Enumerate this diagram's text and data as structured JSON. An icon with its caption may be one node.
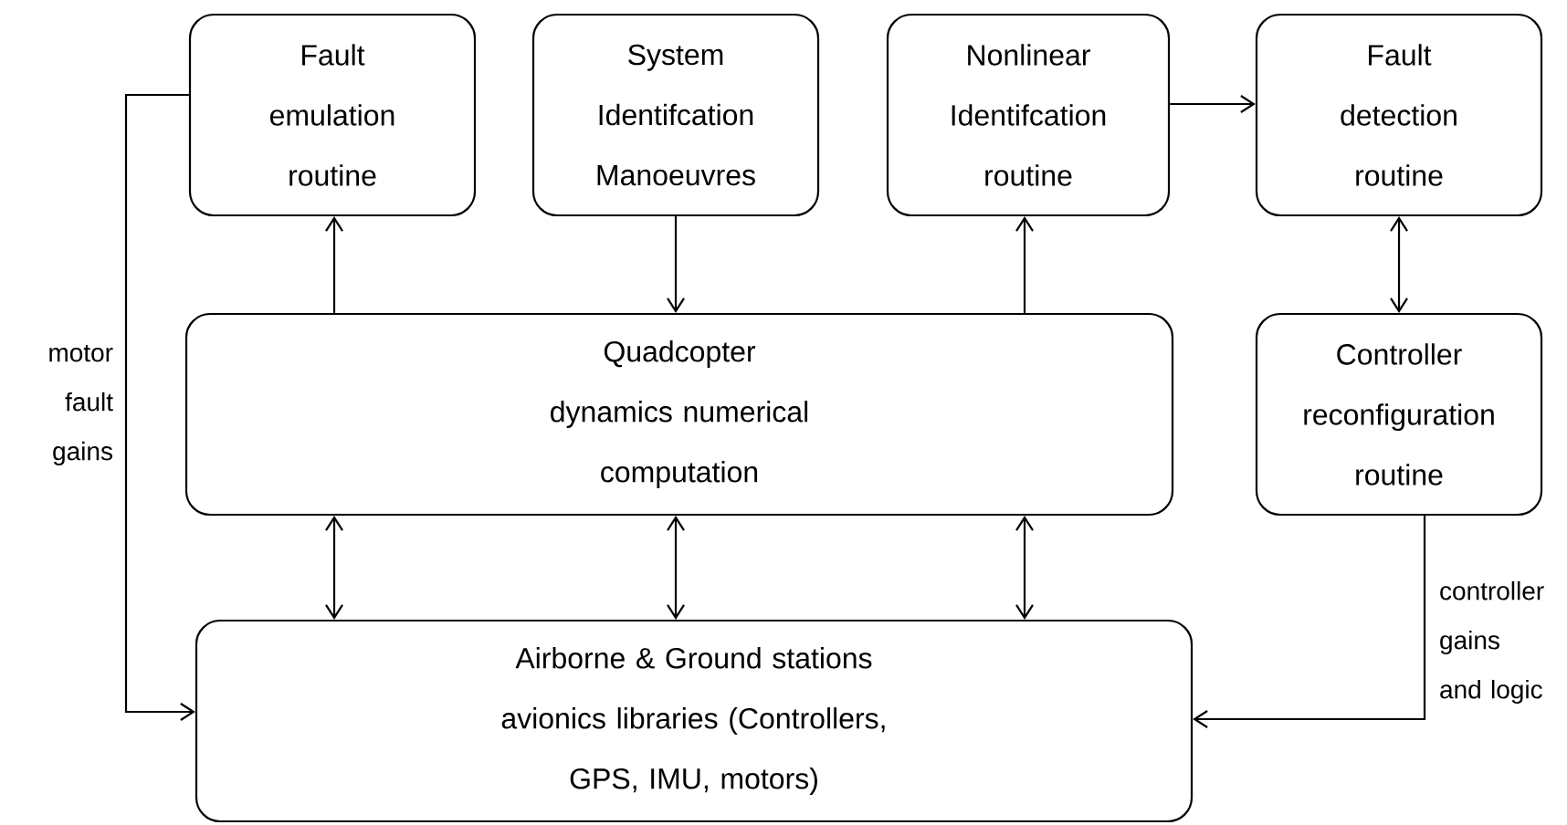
{
  "diagram": {
    "nodes": [
      {
        "text": [
          "Fault emulation routine"
        ]
      },
      {
        "text": [
          "System Identifcation Manoeuvres"
        ]
      },
      {
        "text": [
          "Nonlinear Identifcation routine"
        ]
      },
      {
        "text": [
          "Fault detection routine"
        ]
      },
      {
        "text": [
          "Quadcopter dynamics numerical computation"
        ]
      },
      {
        "text": [
          "Controller reconfiguration routine"
        ]
      },
      {
        "text": [
          "Airborne & Ground stations avionics libraries (Controllers, GPS, IMU, motors)"
        ]
      }
    ],
    "edges": [
      {
        "from": 0,
        "to": 6,
        "arrow": "to",
        "label": "motor fault gains"
      },
      {
        "from": 4,
        "to": 0,
        "arrow": "to"
      },
      {
        "from": 1,
        "to": 4,
        "arrow": "to"
      },
      {
        "from": 4,
        "to": 2,
        "arrow": "to"
      },
      {
        "from": 2,
        "to": 3,
        "arrow": "to"
      },
      {
        "from": 3,
        "to": 5,
        "arrow": "both"
      },
      {
        "from": 5,
        "to": 6,
        "arrow": "to",
        "label": "controller gains and logic"
      },
      {
        "from": 4,
        "to": 6,
        "arrow": "both"
      },
      {
        "from": 4,
        "to": 6,
        "arrow": "both"
      },
      {
        "from": 4,
        "to": 6,
        "arrow": "both"
      }
    ]
  }
}
